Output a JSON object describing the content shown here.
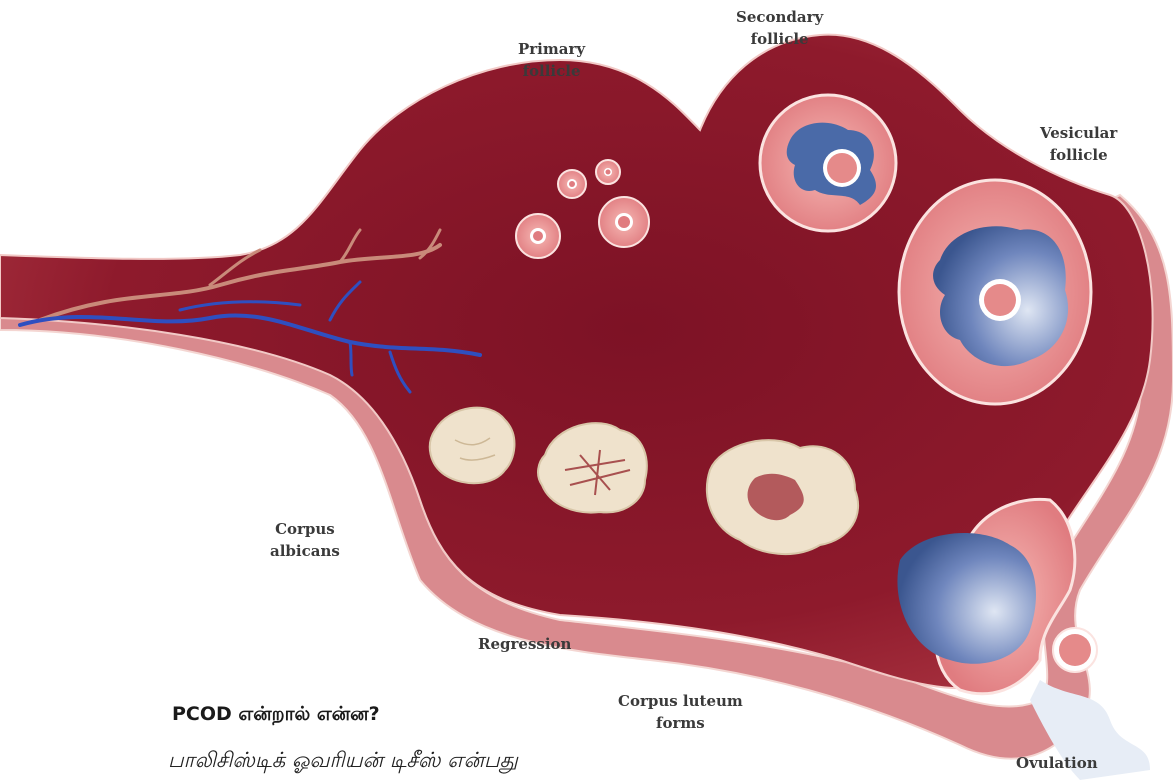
{
  "labels": {
    "primary_follicle": [
      "Primary",
      "follicle"
    ],
    "secondary_follicle": [
      "Secondary",
      "follicle"
    ],
    "vesicular_follicle": [
      "Vesicular",
      "follicle"
    ],
    "corpus_albicans": [
      "Corpus",
      "albicans"
    ],
    "regression": "Regression",
    "corpus_luteum": [
      "Corpus luteum",
      "forms"
    ],
    "ovulation": "Ovulation"
  },
  "article": {
    "heading": "PCOD என்றால் என்ன?",
    "body": "பாலிசிஸ்டிக் ஓவரியன் டிசீஸ் என்பது"
  },
  "colors": {
    "ovary_dark": "#8e1a2c",
    "ovary_light": "#c9576a",
    "follicle_pink": "#f0a6a6",
    "antrum_blue": "#4a6aa8",
    "corpus_cream": "#efe2cc",
    "vein_blue": "#2f4fc0",
    "vein_tan": "#c98a7a"
  }
}
